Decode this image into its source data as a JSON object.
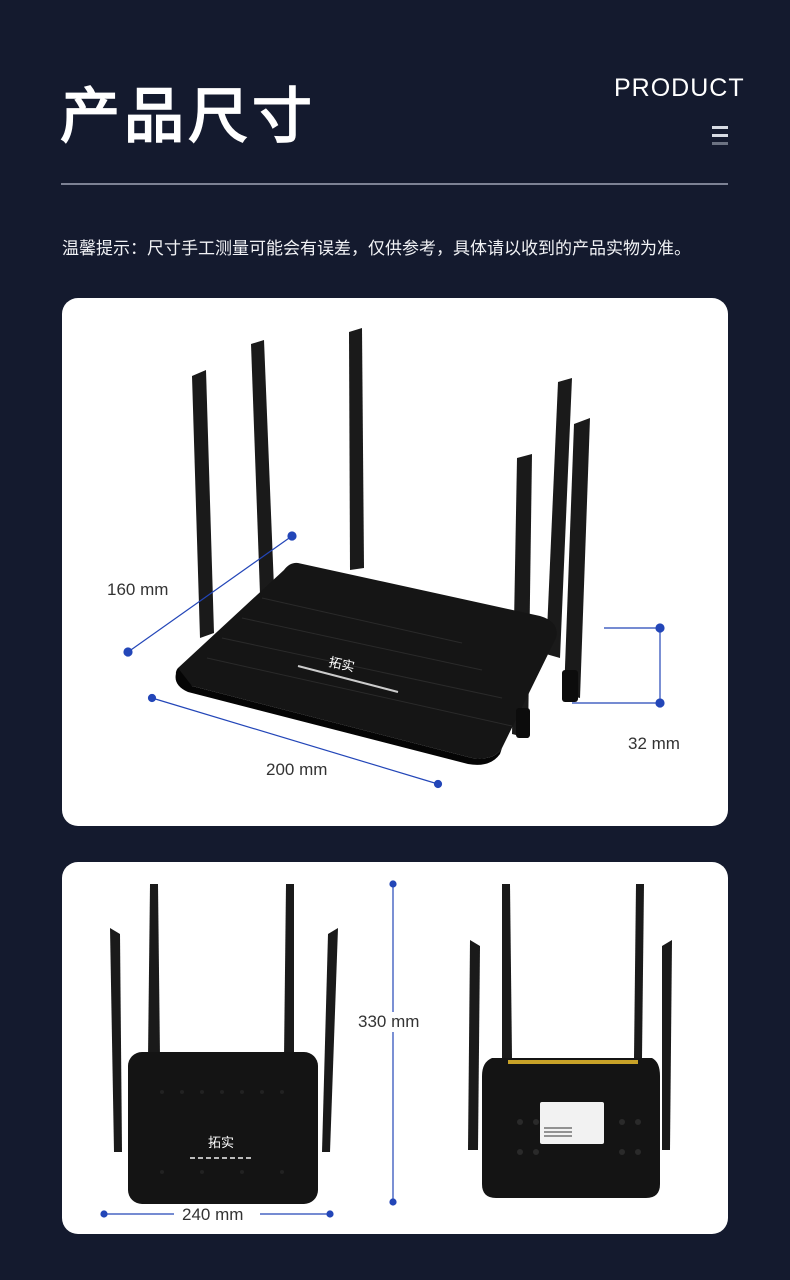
{
  "header": {
    "title": "产品尺寸",
    "subtitle": "PRODUCT"
  },
  "tip": "温馨提示：尺寸手工测量可能会有误差，仅供参考，具体请以收到的产品实物为准。",
  "card1": {
    "depth_label": "160 mm",
    "width_label": "200 mm",
    "height_label": "32 mm",
    "brand": "拓实"
  },
  "card2": {
    "tall_label": "330 mm",
    "front_width_label": "240 mm",
    "brand": "拓实"
  },
  "colors": {
    "background": "#141a2e",
    "accent": "#2346b8",
    "device": "#151515"
  }
}
